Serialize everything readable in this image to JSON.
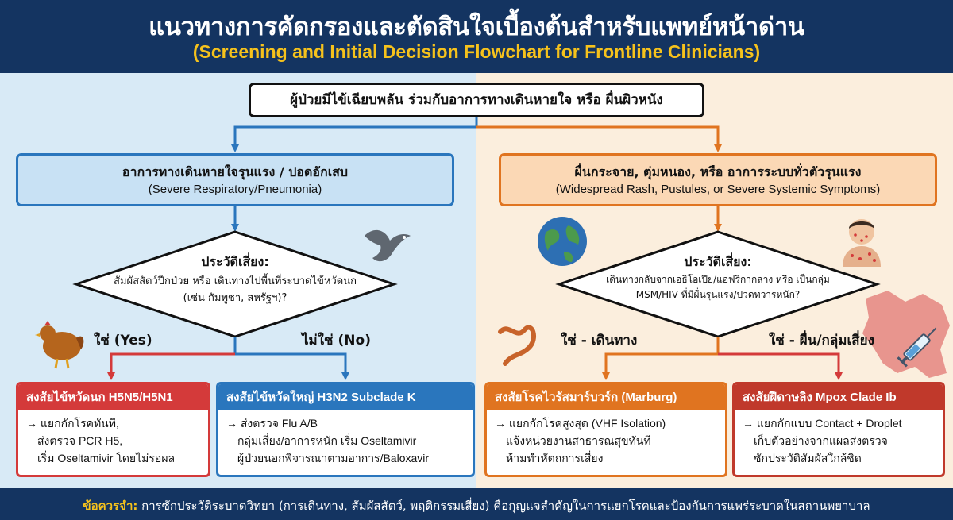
{
  "title_th": "แนวทางการคัดกรองและตัดสินใจเบื้องต้นสำหรับแพทย์หน้าด่าน",
  "title_en": "(Screening and Initial Decision Flowchart for Frontline Clinicians)",
  "start": "ผู้ป่วยมีไข้เฉียบพลัน ร่วมกับอาการทางเดินหายใจ หรือ ผื่นผิวหนัง",
  "left": {
    "branch_th": "อาการทางเดินหายใจรุนแรง / ปอดอักเสบ",
    "branch_en": "(Severe Respiratory/Pneumonia)",
    "decision_title": "ประวัติเสี่ยง:",
    "decision_line1": "สัมผัสสัตว์ปีกป่วย หรือ เดินทางไปพื้นที่ระบาดไข้หวัดนก",
    "decision_line2": "(เช่น กัมพูชา, สหรัฐฯ)?",
    "yes_label": "ใช่ (Yes)",
    "no_label": "ไม่ใช่ (No)",
    "outcome_yes": {
      "title": "สงสัยไข้หวัดนก H5N5/H5N1",
      "lines": [
        "→ แยกกักโรคทันที,",
        "ส่งตรวจ PCR H5,",
        "เริ่ม Oseltamivir โดยไม่รอผล"
      ]
    },
    "outcome_no": {
      "title": "สงสัยไข้หวัดใหญ่ H3N2 Subclade K",
      "lines": [
        "→ ส่งตรวจ Flu A/B",
        "กลุ่มเสี่ยง/อาการหนัก เริ่ม Oseltamivir",
        "ผู้ป่วยนอกพิจารณาตามอาการ/Baloxavir"
      ]
    }
  },
  "right": {
    "branch_th": "ผื่นกระจาย, ตุ่มหนอง, หรือ อาการระบบทั่วตัวรุนแรง",
    "branch_en": "(Widespread Rash, Pustules, or Severe Systemic Symptoms)",
    "decision_title": "ประวัติเสี่ยง:",
    "decision_line1": "เดินทางกลับจากเอธิโอเปีย/แอฟริกากลาง หรือ เป็นกลุ่ม",
    "decision_line2": "MSM/HIV ที่มีผื่นรุนแรง/ปวดทวารหนัก?",
    "travel_label": "ใช่ - เดินทาง",
    "rash_label": "ใช่ - ผื่น/กลุ่มเสี่ยง",
    "outcome_travel": {
      "title": "สงสัยโรคไวรัสมาร์บวร์ก (Marburg)",
      "lines": [
        "→ แยกกักโรคสูงสุด (VHF Isolation)",
        "แจ้งหน่วยงานสาธารณสุขทันที",
        "ห้ามทำหัตถการเสี่ยง"
      ]
    },
    "outcome_rash": {
      "title": "สงสัยฝีดาษลิง Mpox Clade Ib",
      "lines": [
        "→ แยกกักแบบ Contact + Droplet",
        "เก็บตัวอย่างจากแผลส่งตรวจ",
        "ซักประวัติสัมผัสใกล้ชิด"
      ]
    }
  },
  "footer": {
    "key": "ข้อควรจำ:",
    "text": " การซักประวัติระบาดวิทยา (การเดินทาง, สัมผัสสัตว์, พฤติกรรมเสี่ยง) คือกุญแจสำคัญในการแยกโรคและป้องกันการแพร่ระบาดในสถานพยาบาล"
  },
  "colors": {
    "header_bg": "#143461",
    "title_en": "#f6c21c",
    "blue": "#2a76bd",
    "orange": "#e07420",
    "red": "#d43a3a"
  }
}
